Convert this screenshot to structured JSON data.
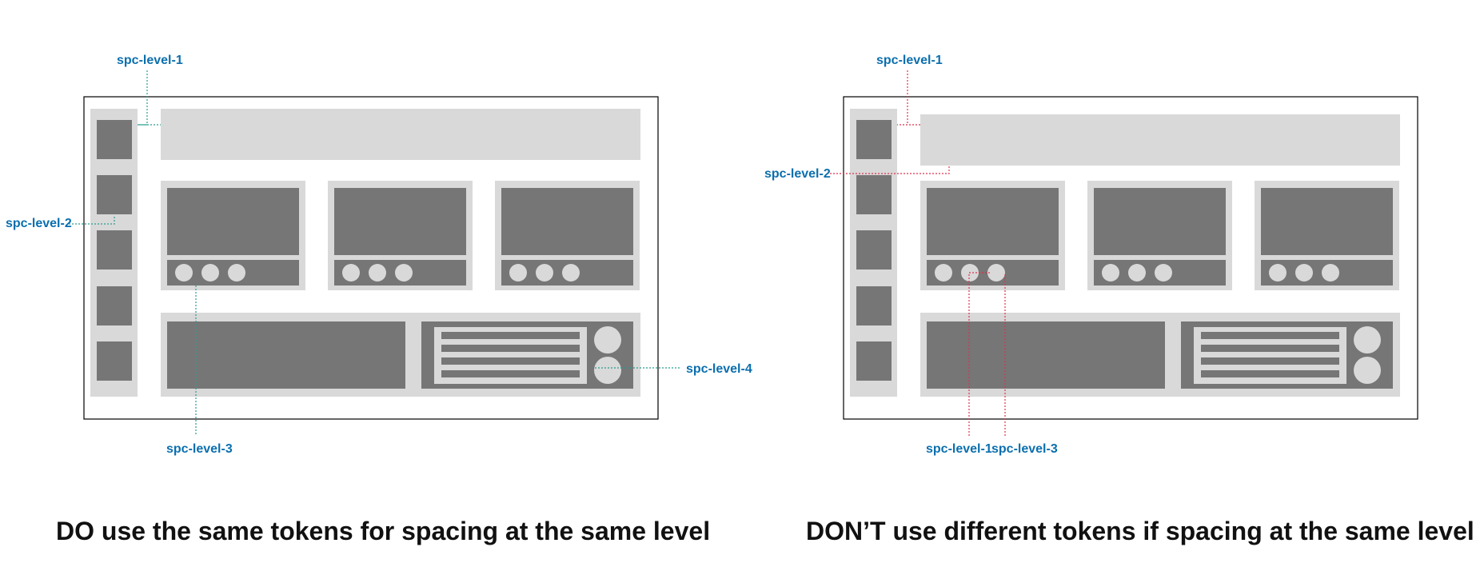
{
  "labels": {
    "do_level_1": "spc-level-1",
    "do_level_2": "spc-level-2",
    "do_level_3": "spc-level-3",
    "do_level_4": "spc-level-4",
    "dont_level_1_top": "spc-level-1",
    "dont_level_2": "spc-level-2",
    "dont_level_1_bottom": "spc-level-1",
    "dont_level_3": "spc-level-3"
  },
  "captions": {
    "do": "DO use the same tokens for spacing at the same level",
    "dont": "DON’T use different tokens if spacing at the same level"
  },
  "colors": {
    "frame_border": "#000000",
    "light_block": "#d9d9d9",
    "dark_block": "#767676",
    "do_guide": "#2a9d8f",
    "dont_guide": "#e0314b",
    "label_text": "#0b6fae"
  }
}
